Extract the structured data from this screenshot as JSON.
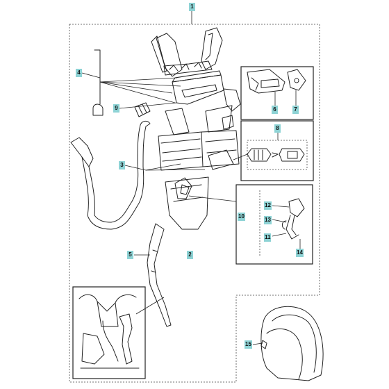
{
  "callouts": [
    {
      "id": "c1",
      "label": "1"
    },
    {
      "id": "c2",
      "label": "2"
    },
    {
      "id": "c3",
      "label": "3"
    },
    {
      "id": "c4",
      "label": "4"
    },
    {
      "id": "c5",
      "label": "5"
    },
    {
      "id": "c6",
      "label": "6"
    },
    {
      "id": "c7",
      "label": "7"
    },
    {
      "id": "c8",
      "label": "8"
    },
    {
      "id": "c9",
      "label": "9"
    },
    {
      "id": "c10",
      "label": "10"
    },
    {
      "id": "c11",
      "label": "11"
    },
    {
      "id": "c12",
      "label": "12"
    },
    {
      "id": "c13",
      "label": "13"
    },
    {
      "id": "c14",
      "label": "14"
    },
    {
      "id": "c15",
      "label": "15"
    }
  ],
  "colors": {
    "callout_fill": "#8ed3d5",
    "line": "#222222"
  }
}
